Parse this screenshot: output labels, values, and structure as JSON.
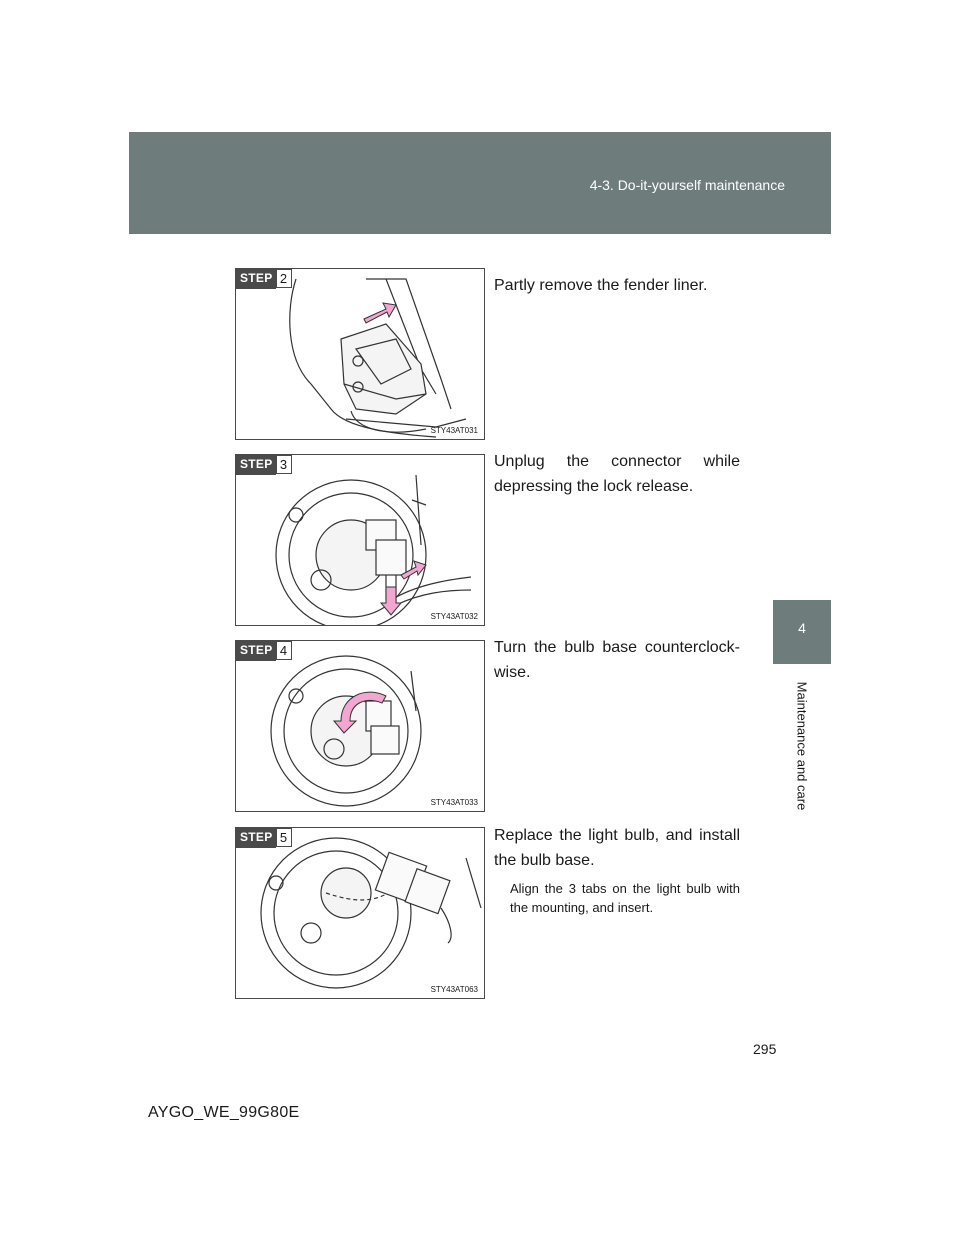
{
  "header": {
    "section": "4-3. Do-it-yourself maintenance"
  },
  "side_tab": {
    "number": "4",
    "label": "Maintenance and care"
  },
  "step_badge_label": "STEP",
  "steps": [
    {
      "number": "2",
      "figure_code": "STY43AT031",
      "text": "Partly remove the fender liner."
    },
    {
      "number": "3",
      "figure_code": "STY43AT032",
      "text": "Unplug the connector while depressing the lock release."
    },
    {
      "number": "4",
      "figure_code": "STY43AT033",
      "text": "Turn the bulb base counterclock-wise."
    },
    {
      "number": "5",
      "figure_code": "STY43AT063",
      "text": "Replace the light bulb, and install the bulb base.",
      "note": "Align the 3 tabs on the light bulb with the mounting, and insert."
    }
  ],
  "page_number": "295",
  "footer": {
    "doc_code": "AYGO_WE_99G80E"
  },
  "colors": {
    "band": "#6e7d7c",
    "arrow": "#f3a6d2",
    "line": "#4a4a4a"
  }
}
